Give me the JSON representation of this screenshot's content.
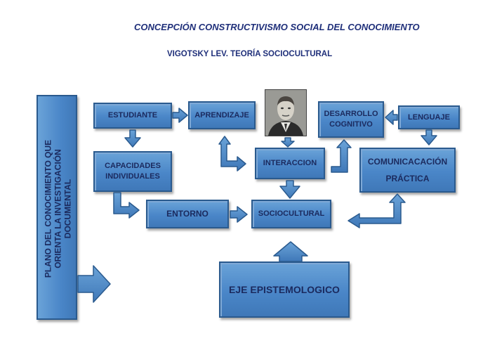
{
  "title": "CONCEPCIÓN CONSTRUCTIVISMO SOCIAL DEL CONOCIMIENTO",
  "subtitle": "VIGOTSKY LEV. TEORÍA SOCIOCULTURAL",
  "side_panel": {
    "line1": "PLANO DEL CONOCIMIENTO QUE",
    "line2": "ORIENTA LA INVESTIGACIÓN",
    "line3": "DOCUMENTAL"
  },
  "nodes": {
    "estudiante": "ESTUDIANTE",
    "aprendizaje": "APRENDIZAJE",
    "desarrollo_1": "DESARROLLO",
    "desarrollo_2": "COGNITIVO",
    "lenguaje": "LENGUAJE",
    "capacidades_1": "CAPACIDADES",
    "capacidades_2": "INDIVIDUALES",
    "interaccion": "INTERACCION",
    "comunicacion_1": "COMUNICACACIÓN",
    "comunicacion_2": "PRÁCTICA",
    "entorno": "ENTORNO",
    "sociocultural": "SOCIOCULTURAL",
    "eje": "EJE EPISTEMOLOGICO"
  },
  "photo_icon": "portrait-photo",
  "colors": {
    "box_fill": "#4a86c8",
    "box_border": "#2a5a8e",
    "text": "#1b2a5e",
    "title": "#1f2f7a"
  }
}
